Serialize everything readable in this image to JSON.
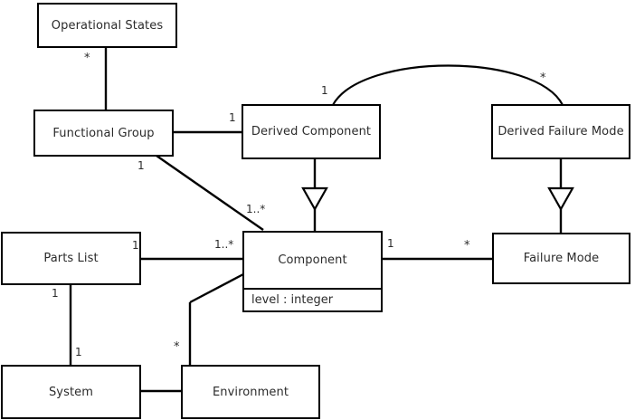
{
  "diagram": {
    "kind": "uml-class-diagram",
    "title": "",
    "stroke_color": "#000000",
    "text_color": "#2b2b2b",
    "background_color": "#ffffff",
    "classes": [
      {
        "id": "operational-states",
        "name": "Operational States",
        "attributes": []
      },
      {
        "id": "functional-group",
        "name": "Functional Group",
        "attributes": []
      },
      {
        "id": "derived-component",
        "name": "Derived Component",
        "attributes": []
      },
      {
        "id": "derived-failure-mode",
        "name": "Derived Failure Mode",
        "attributes": []
      },
      {
        "id": "parts-list",
        "name": "Parts List",
        "attributes": []
      },
      {
        "id": "component",
        "name": "Component",
        "attributes": [
          "level : integer"
        ]
      },
      {
        "id": "failure-mode",
        "name": "Failure Mode",
        "attributes": []
      },
      {
        "id": "system",
        "name": "System",
        "attributes": []
      },
      {
        "id": "environment",
        "name": "Environment",
        "attributes": []
      }
    ],
    "multiplicities": [
      {
        "id": "m-opstates-fg",
        "label": "*",
        "near": "operational-states"
      },
      {
        "id": "m-fg-derivedcomp",
        "label": "1",
        "near": "derived-component"
      },
      {
        "id": "m-fg-component",
        "label": "1",
        "near": "functional-group"
      },
      {
        "id": "m-component-fg",
        "label": "1..*",
        "near": "component"
      },
      {
        "id": "m-derivedcomp-curve",
        "label": "1",
        "near": "derived-component"
      },
      {
        "id": "m-derivedfm-curve",
        "label": "*",
        "near": "derived-failure-mode"
      },
      {
        "id": "m-partslist-comp",
        "label": "1",
        "near": "parts-list"
      },
      {
        "id": "m-comp-partslist",
        "label": "1..*",
        "near": "component"
      },
      {
        "id": "m-comp-failuremode",
        "label": "1",
        "near": "component"
      },
      {
        "id": "m-failuremode-comp",
        "label": "*",
        "near": "failure-mode"
      },
      {
        "id": "m-partslist-system",
        "label": "1",
        "near": "parts-list"
      },
      {
        "id": "m-system-partslist",
        "label": "1",
        "near": "system"
      },
      {
        "id": "m-environment-comp",
        "label": "*",
        "near": "environment"
      }
    ],
    "relationships": [
      {
        "id": "rel-opstates-fg",
        "type": "association",
        "from": "operational-states",
        "to": "functional-group"
      },
      {
        "id": "rel-fg-derivedcomponent",
        "type": "association",
        "from": "functional-group",
        "to": "derived-component"
      },
      {
        "id": "rel-fg-component",
        "type": "association",
        "from": "functional-group",
        "to": "component"
      },
      {
        "id": "rel-derivedcomp-derivedfm",
        "type": "association",
        "from": "derived-component",
        "to": "derived-failure-mode"
      },
      {
        "id": "rel-derivedcomp-component",
        "type": "generalization",
        "from": "derived-component",
        "to": "component"
      },
      {
        "id": "rel-derivedfm-failuremode",
        "type": "generalization",
        "from": "derived-failure-mode",
        "to": "failure-mode"
      },
      {
        "id": "rel-partslist-component",
        "type": "association",
        "from": "parts-list",
        "to": "component"
      },
      {
        "id": "rel-component-failuremode",
        "type": "association",
        "from": "component",
        "to": "failure-mode"
      },
      {
        "id": "rel-partslist-system",
        "type": "association",
        "from": "parts-list",
        "to": "system"
      },
      {
        "id": "rel-system-environment",
        "type": "association",
        "from": "system",
        "to": "environment"
      },
      {
        "id": "rel-environment-component",
        "type": "association",
        "from": "environment",
        "to": "component"
      }
    ]
  }
}
